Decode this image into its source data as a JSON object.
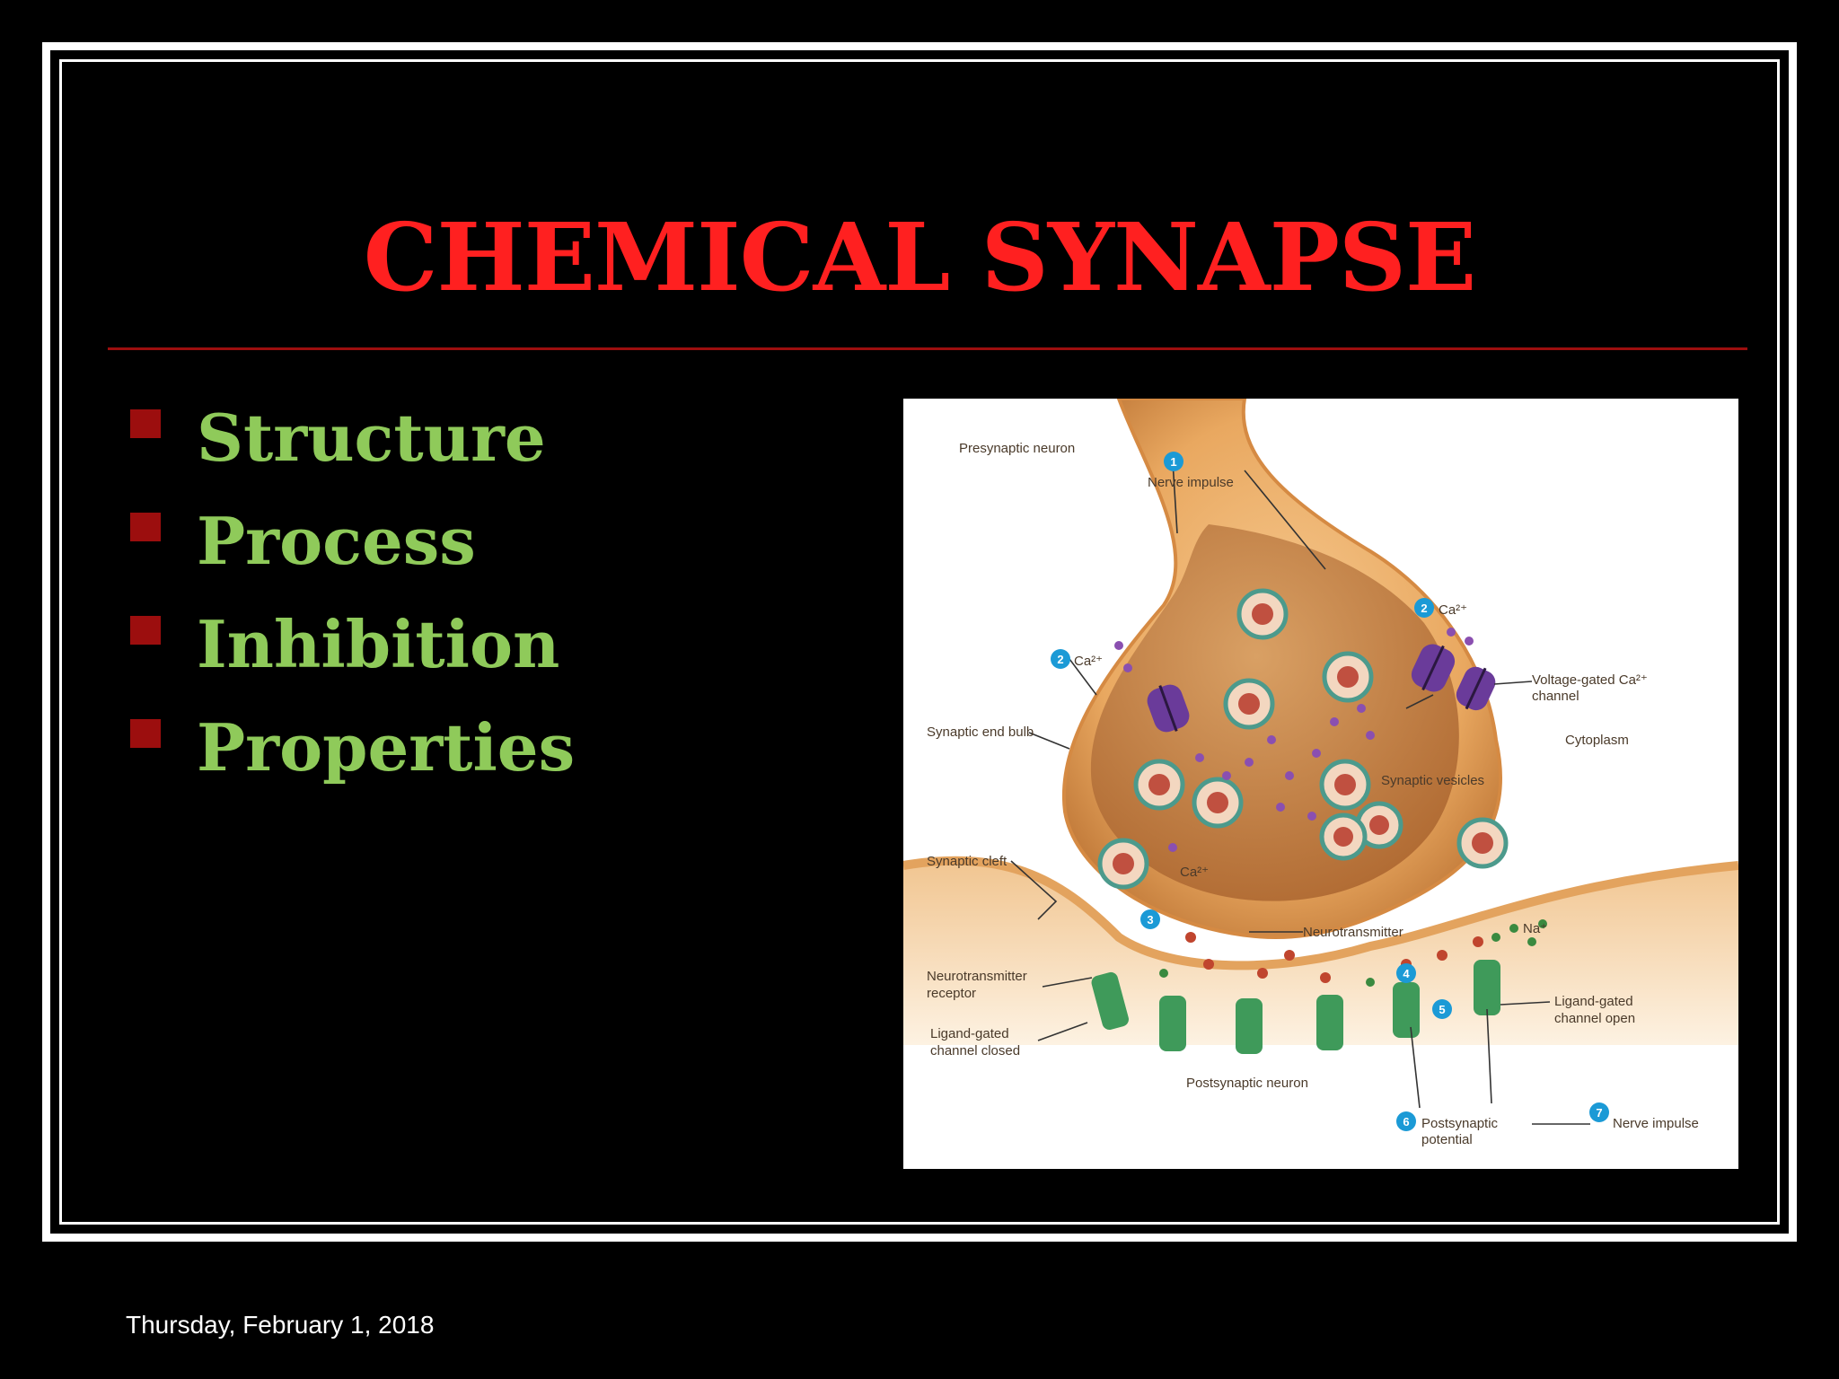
{
  "slide": {
    "title": "CHEMICAL SYNAPSE",
    "bullets": [
      "Structure",
      "Process",
      "Inhibition",
      "Properties"
    ],
    "date": "Thursday, February 1, 2018"
  },
  "figure": {
    "labels": {
      "presynaptic_neuron": "Presynaptic neuron",
      "nerve_impulse_top": "Nerve impulse",
      "ca_left": "Ca²⁺",
      "ca_right": "Ca²⁺",
      "ca_bottom": "Ca²⁺",
      "voltage_gated": "Voltage-gated Ca²⁺",
      "voltage_gated_2": "channel",
      "cytoplasm": "Cytoplasm",
      "synaptic_end_bulb": "Synaptic end bulb",
      "synaptic_vesicles": "Synaptic vesicles",
      "synaptic_cleft": "Synaptic cleft",
      "neurotransmitter": "Neurotransmitter",
      "na": "Na⁺",
      "nt_receptor_1": "Neurotransmitter",
      "nt_receptor_2": "receptor",
      "lgc_closed_1": "Ligand-gated",
      "lgc_closed_2": "channel closed",
      "lgc_open_1": "Ligand-gated",
      "lgc_open_2": "channel open",
      "postsynaptic_neuron": "Postsynaptic neuron",
      "postsynaptic_potential_1": "Postsynaptic",
      "postsynaptic_potential_2": "potential",
      "nerve_impulse_bottom": "Nerve impulse"
    },
    "step_numbers": [
      "1",
      "2",
      "2",
      "3",
      "4",
      "5",
      "6",
      "7"
    ]
  },
  "colors": {
    "title": "#ff2020",
    "bullet_text": "#8fca5a",
    "bullet_marker": "#9c0e0e",
    "rule": "#9c0e0e"
  }
}
